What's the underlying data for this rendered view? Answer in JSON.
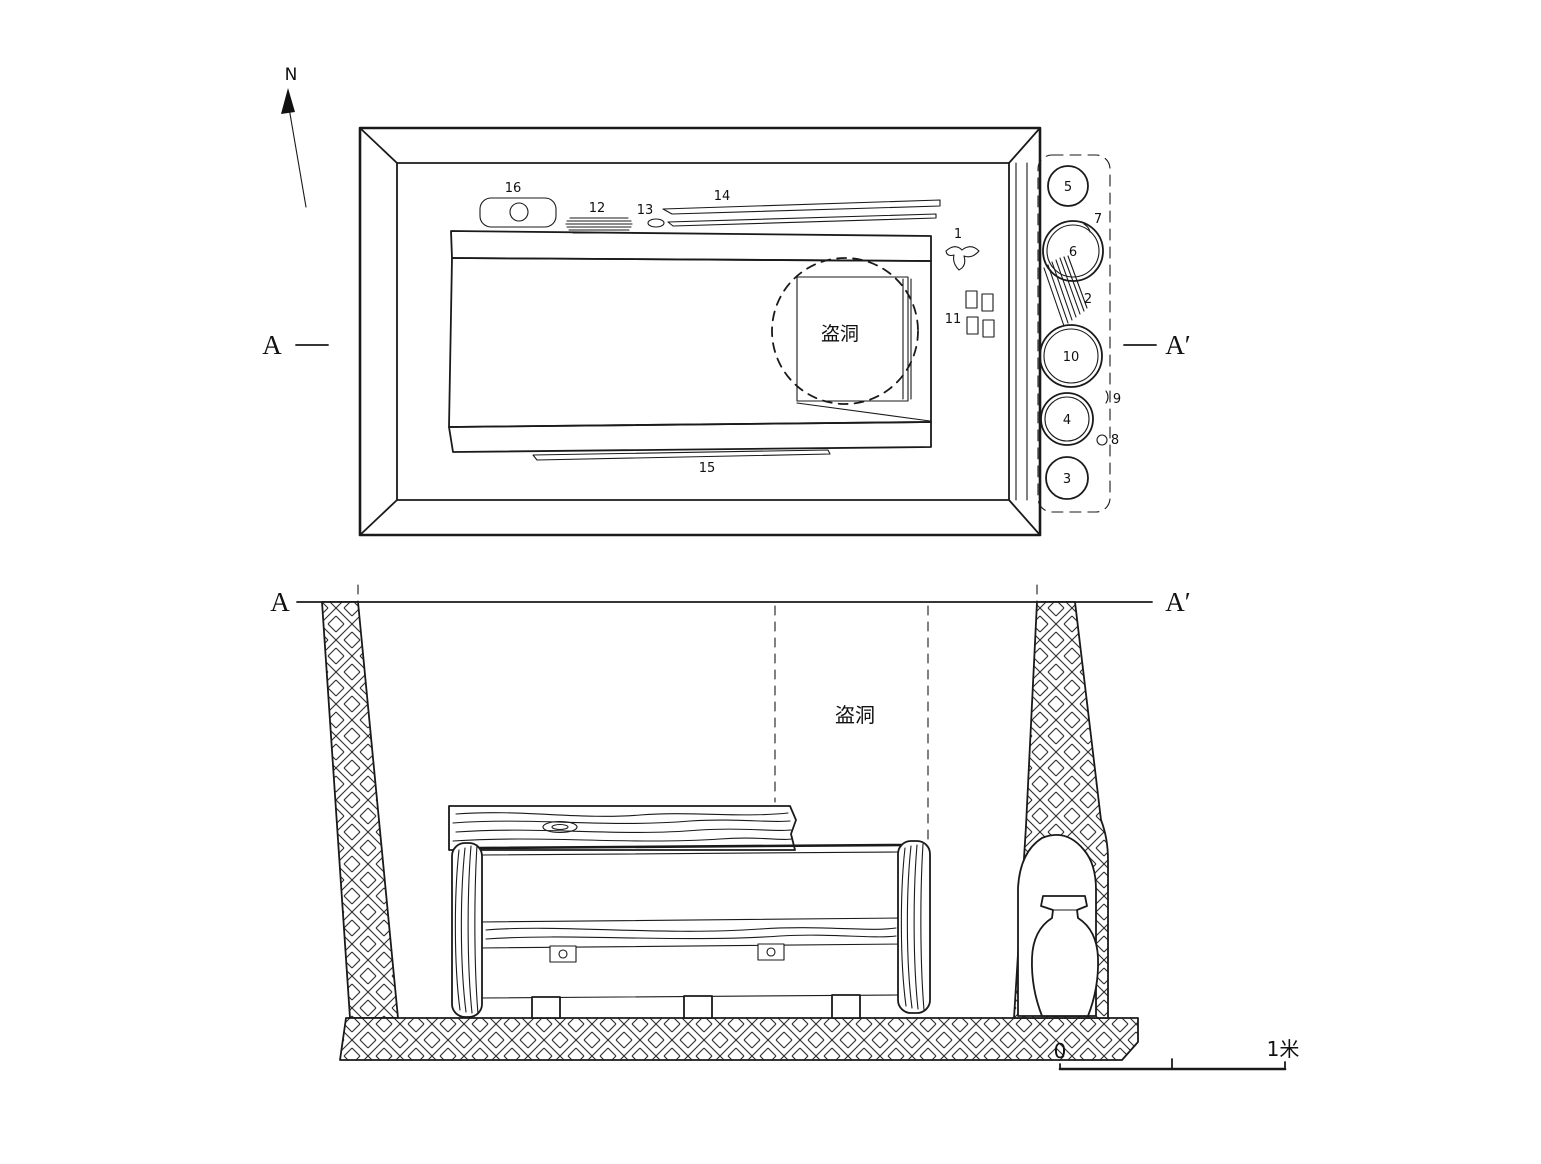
{
  "plan": {
    "north_label": "N",
    "section_label_left": "A",
    "section_label_right": "A′",
    "robber_hole_label": "盗洞",
    "artifacts": {
      "a1": "1",
      "a2": "2",
      "a3": "3",
      "a4": "4",
      "a5": "5",
      "a6": "6",
      "a7": "7",
      "a8": "8",
      "a9": "9",
      "a10": "10",
      "a11": "11",
      "a12": "12",
      "a13": "13",
      "a14": "14",
      "a15": "15",
      "a16": "16"
    }
  },
  "section": {
    "label_left": "A",
    "label_right": "A′",
    "robber_hole_label": "盗洞"
  },
  "scale_bar": {
    "zero": "0",
    "one_meter": "1米"
  },
  "colors": {
    "ink": "#1a1a1a",
    "background": "#ffffff"
  }
}
